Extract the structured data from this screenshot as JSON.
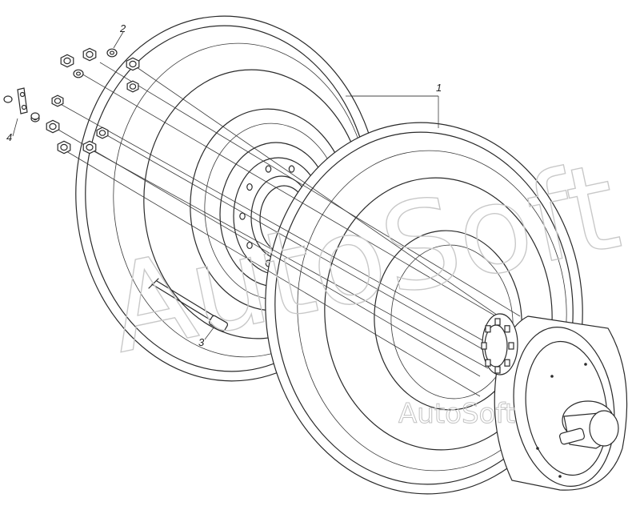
{
  "callouts": {
    "c1": "1",
    "c2": "2",
    "c3": "3",
    "c4": "4"
  },
  "watermark": {
    "big": "AutoSoft",
    "small": "AutoSoft"
  }
}
